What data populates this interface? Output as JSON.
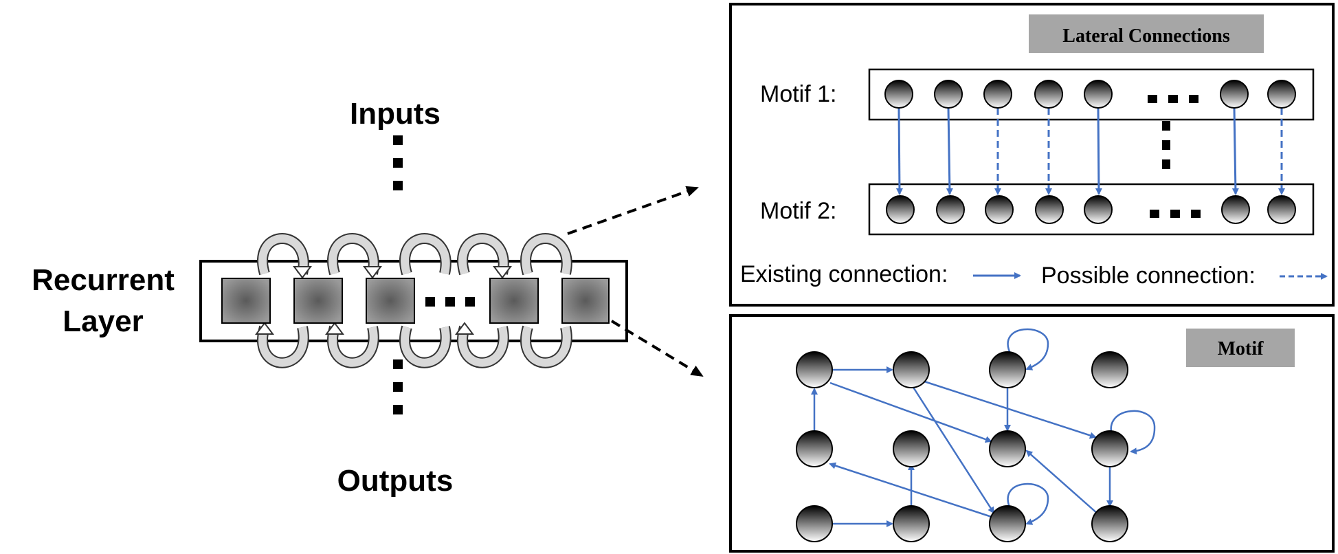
{
  "left": {
    "inputs_label": "Inputs",
    "outputs_label": "Outputs",
    "layer_label_line1": "Recurrent",
    "layer_label_line2": "Layer"
  },
  "lateral_panel": {
    "title": "Lateral Connections",
    "motif1_label": "Motif 1:",
    "motif2_label": "Motif 2:",
    "legend_existing": "Existing connection:",
    "legend_possible": "Possible connection:"
  },
  "motif_panel": {
    "title": "Motif"
  },
  "colors": {
    "connection": "#4472C4",
    "title_box": "#A6A6A6",
    "node_gradient_start": "#FFFFFF",
    "node_gradient_end": "#000000",
    "unit_fill": "#808080"
  }
}
